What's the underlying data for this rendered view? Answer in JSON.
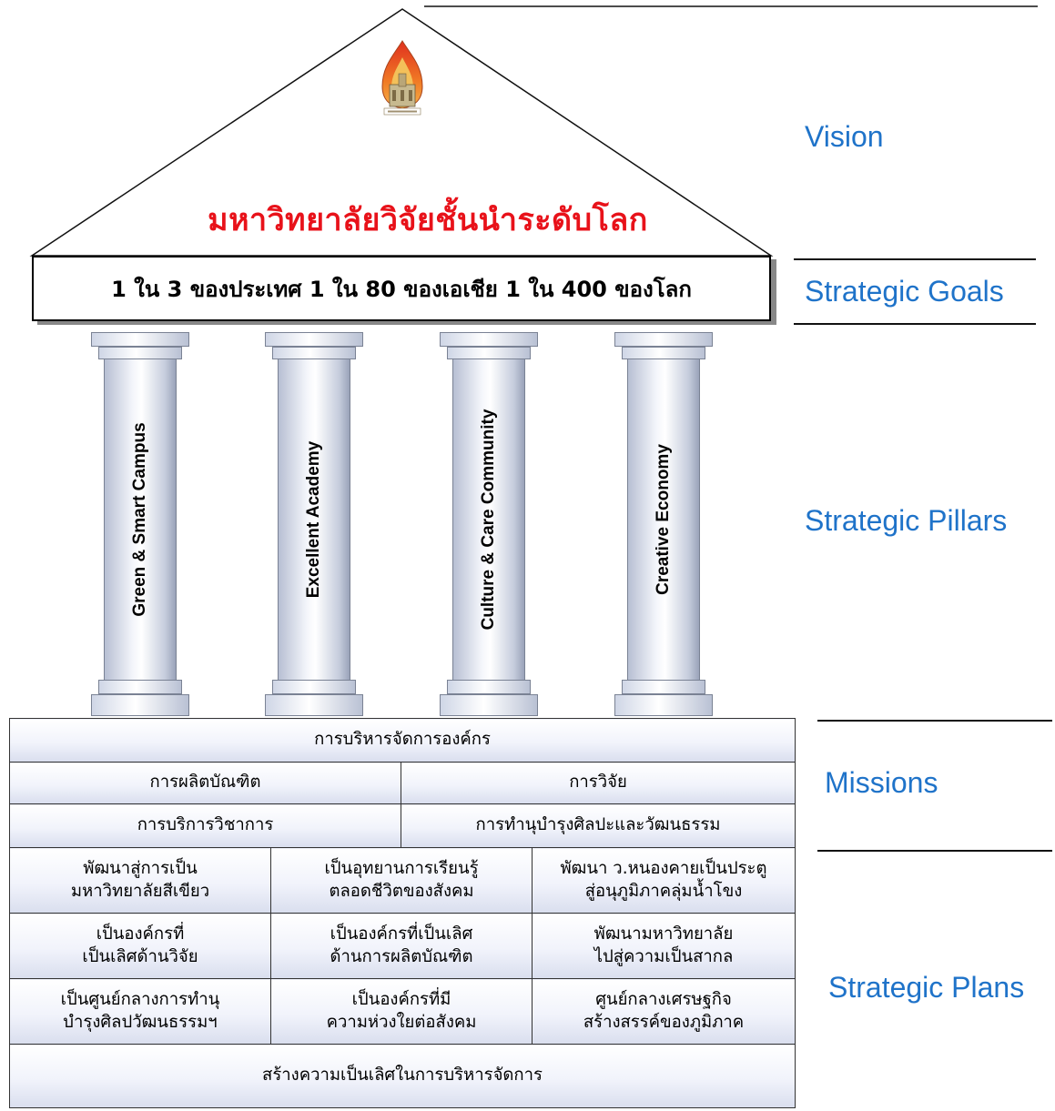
{
  "vision_title": "มหาวิทยาลัยวิจัยชั้นนำระดับโลก",
  "strategic_goal": "1 ใน 3 ของประเทศ 1 ใน 80 ของเอเชีย 1 ใน 400 ของโลก",
  "pillars": [
    "Green & Smart Campus",
    "Excellent Academy",
    "Culture & Care Community",
    "Creative Economy"
  ],
  "missions": {
    "top": "การบริหารจัดการองค์กร",
    "row2": [
      "การผลิตบัณฑิต",
      "การวิจัย"
    ],
    "row3": [
      "การบริการวิชาการ",
      "การทำนุบำรุงศิลปะและวัฒนธรรม"
    ]
  },
  "plans": {
    "row1": [
      [
        "พัฒนาสู่การเป็น",
        "มหาวิทยาลัยสีเขียว"
      ],
      [
        "เป็นอุทยานการเรียนรู้",
        "ตลอดชีวิตของสังคม"
      ],
      [
        "พัฒนา ว.หนองคายเป็นประตู",
        "สู่อนุภูมิภาคลุ่มน้ำโขง"
      ]
    ],
    "row2": [
      [
        "เป็นองค์กรที่",
        "เป็นเลิศด้านวิจัย"
      ],
      [
        "เป็นองค์กรที่เป็นเลิศ",
        "ด้านการผลิตบัณฑิต"
      ],
      [
        "พัฒนามหาวิทยาลัย",
        "ไปสู่ความเป็นสากล"
      ]
    ],
    "row3": [
      [
        "เป็นศูนย์กลางการทำนุ",
        "บำรุงศิลปวัฒนธรรมฯ"
      ],
      [
        "เป็นองค์กรที่มี",
        "ความห่วงใยต่อสังคม"
      ],
      [
        "ศูนย์กลางเศรษฐกิจ",
        "สร้างสรรค์ของภูมิภาค"
      ]
    ],
    "bottom": "สร้างความเป็นเลิศในการบริหารจัดการ"
  },
  "labels": {
    "vision": "Vision",
    "goals": "Strategic Goals",
    "pillars": "Strategic Pillars",
    "missions": "Missions",
    "plans": "Strategic Plans"
  },
  "colors": {
    "vision_title": "#e8121a",
    "right_labels": "#1f73c9"
  }
}
